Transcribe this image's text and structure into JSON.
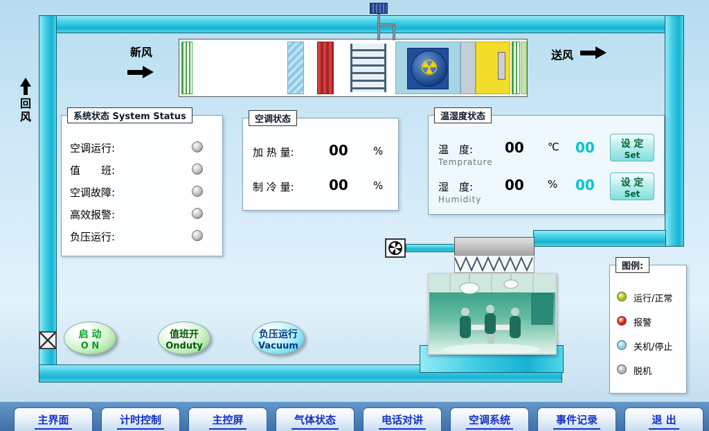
{
  "flow_labels": {
    "fresh_air": "新风",
    "supply_air": "送风",
    "return_air_1": "回",
    "return_air_2": "风"
  },
  "system_status": {
    "title": "系统状态 System Status",
    "items": [
      "空调运行:",
      "值　　班:",
      "空调故障:",
      "高效报警:",
      "负压运行:"
    ]
  },
  "ac_status": {
    "title": "空调状态",
    "heating_label": "加 热 量:",
    "heating_value": "00",
    "heating_unit": "%",
    "cooling_label": "制 冷 量:",
    "cooling_value": "00",
    "cooling_unit": "%"
  },
  "temp_humidity": {
    "title": "温湿度状态",
    "temp_label": "温　度:",
    "temp_sub": "Temprature",
    "temp_value": "00",
    "temp_unit": "℃",
    "temp_setpoint": "00",
    "humidity_label": "湿　度:",
    "humidity_sub": "Humidity",
    "humidity_value": "00",
    "humidity_unit": "%",
    "humidity_setpoint": "00",
    "set_button_cn": "设 定",
    "set_button_en": "Set"
  },
  "buttons": {
    "start_line1": "启 动",
    "start_line2": "O N",
    "onduty_line1": "值班开",
    "onduty_line2": "Onduty",
    "vacuum_line1": "负压运行",
    "vacuum_line2": "Vacuum"
  },
  "legend": {
    "title": "图例:",
    "items": [
      {
        "label": "运行/正常",
        "color": "#a4c400"
      },
      {
        "label": "报警",
        "color": "#e01808"
      },
      {
        "label": "关机/停止",
        "color": "#7ed4ea"
      },
      {
        "label": "脱机",
        "color": "#b4b4b4"
      }
    ]
  },
  "nav": [
    "主界面",
    "计时控制",
    "主控屏",
    "气体状态",
    "电话对讲",
    "空调系统",
    "事件记录",
    "退 出"
  ]
}
